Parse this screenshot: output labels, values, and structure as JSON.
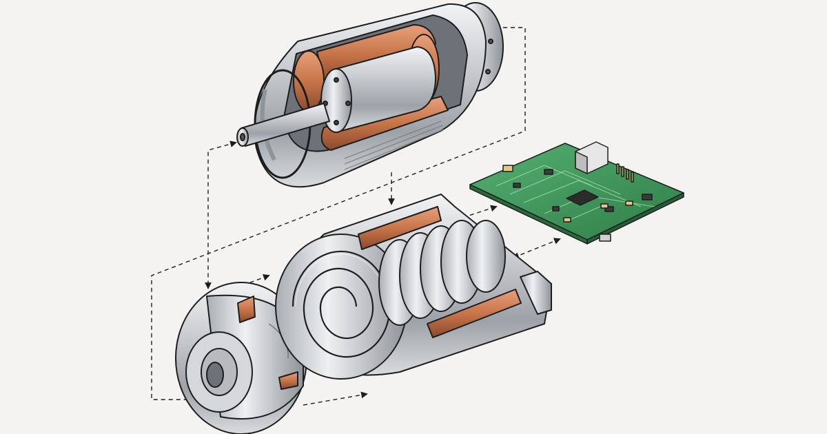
{
  "diagram": {
    "components": [
      {
        "id": "motor",
        "icon": "motor-cutaway-icon"
      },
      {
        "id": "pcb",
        "icon": "circuit-board-icon"
      },
      {
        "id": "end_cap",
        "icon": "end-cap-icon"
      },
      {
        "id": "scroll_module",
        "icon": "scroll-compressor-icon"
      }
    ],
    "connections": [
      {
        "from": "motor",
        "to": "end_cap"
      },
      {
        "from": "motor",
        "to": "scroll_module"
      },
      {
        "from": "motor",
        "to": "pcb"
      },
      {
        "from": "pcb",
        "to": "scroll_module"
      },
      {
        "from": "end_cap",
        "to": "scroll_module"
      }
    ]
  },
  "colors": {
    "background": "#f4f3f1",
    "metal": "#c9ccd0",
    "metal_dark": "#8f949a",
    "copper": "#c8754a",
    "copper_dark": "#8a4a2c",
    "pcb_green": "#3f9a5c",
    "outline": "#1d1d1d"
  }
}
